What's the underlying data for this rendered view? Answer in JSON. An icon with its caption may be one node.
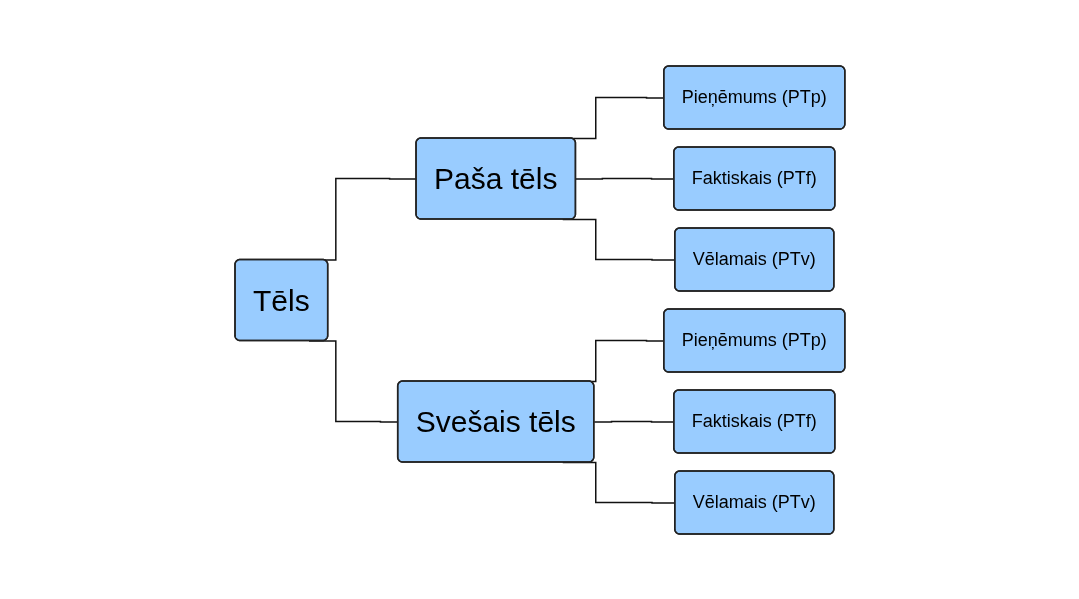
{
  "diagram": {
    "nodes": [
      {
        "text": [
          "Tēls"
        ]
      },
      {
        "text": [
          "Paša tēls"
        ]
      },
      {
        "text": [
          "Pieņēmums (PTp)"
        ]
      },
      {
        "text": [
          "Faktiskais (PTf)"
        ]
      },
      {
        "text": [
          "Vēlamais (PTv)"
        ]
      },
      {
        "text": [
          "Svešais tēls"
        ]
      },
      {
        "text": [
          "Pieņēmums (PTp)"
        ]
      },
      {
        "text": [
          "Faktiskais (PTf)"
        ]
      },
      {
        "text": [
          "Vēlamais (PTv)"
        ]
      }
    ],
    "edges": [
      {
        "from": 0,
        "to": 1,
        "arrow": "none"
      },
      {
        "from": 0,
        "to": 5,
        "arrow": "none"
      },
      {
        "from": 1,
        "to": 2,
        "arrow": "none"
      },
      {
        "from": 1,
        "to": 3,
        "arrow": "none"
      },
      {
        "from": 1,
        "to": 4,
        "arrow": "none"
      },
      {
        "from": 5,
        "to": 6,
        "arrow": "none"
      },
      {
        "from": 5,
        "to": 7,
        "arrow": "none"
      },
      {
        "from": 5,
        "to": 8,
        "arrow": "none"
      }
    ]
  }
}
